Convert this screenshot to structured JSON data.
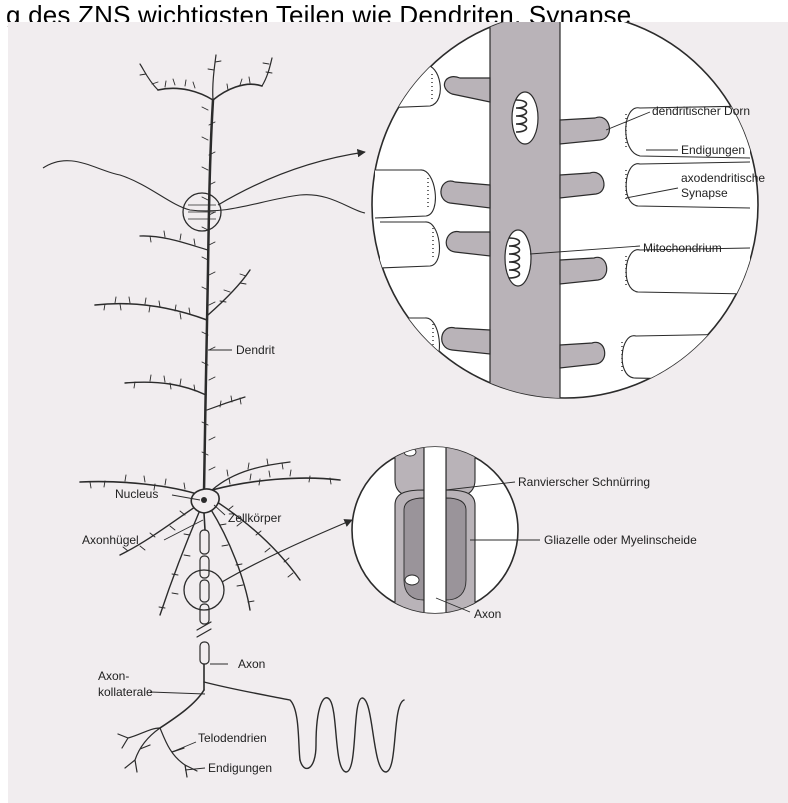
{
  "caption": "g des ZNS wichtigsten Teilen wie Dendriten, Synapse",
  "labels": {
    "dendritic_spine": "dendritischer Dorn",
    "endings_top": "Endigungen",
    "axodendritic_synapse_line1": "axodendritische",
    "axodendritic_synapse_line2": "Synapse",
    "mitochondrium": "Mitochondrium",
    "dendrit": "Dendrit",
    "nucleus": "Nucleus",
    "zellkoerper": "Zellkörper",
    "axonhuegel": "Axonhügel",
    "ranvier": "Ranvierscher Schnürring",
    "glia": "Gliazelle oder Myelinscheide",
    "axon_zoom": "Axon",
    "axon_main": "Axon",
    "kollaterale_line1": "Axon-",
    "kollaterale_line2": "kollaterale",
    "telodendrien": "Telodendrien",
    "endings_bottom": "Endigungen"
  },
  "colors": {
    "background": "#f1edef",
    "line": "#2b2b2b",
    "shade": "#b9b3b8",
    "shade_dark": "#9a949a"
  }
}
